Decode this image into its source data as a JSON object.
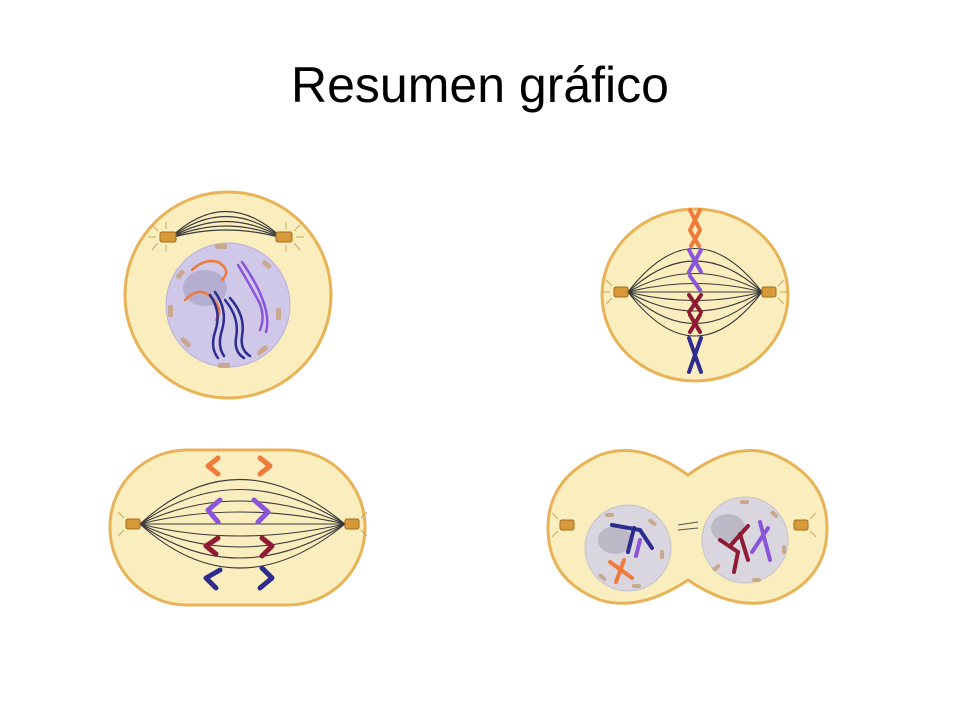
{
  "slide": {
    "title": "Resumen gráfico"
  },
  "colors": {
    "cytoplasm_fill": "#fbeebe",
    "cell_outline": "#e8b257",
    "nucleus_fill": "#cfc8e8",
    "telophase_nucleus_fill": "#d9d6df",
    "spindle_fiber": "#3a3a3a",
    "centrosome": "#d79a3a",
    "chromosome_orange": "#ef7a3a",
    "chromosome_violet": "#8a55d9",
    "chromosome_darkred": "#8e1b33",
    "chromosome_navy": "#2e2c8e",
    "nuclear_envelope_fragment": "#c9a890"
  },
  "figures": [
    {
      "name": "prophase-cell"
    },
    {
      "name": "metaphase-cell"
    },
    {
      "name": "anaphase-cell"
    },
    {
      "name": "telophase-cell"
    }
  ]
}
